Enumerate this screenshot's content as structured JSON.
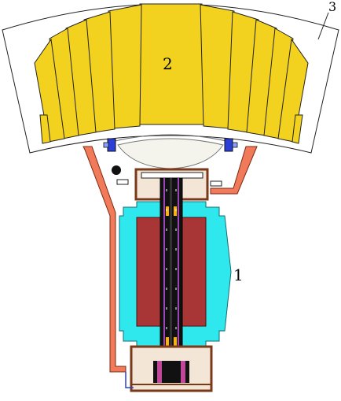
{
  "labels": {
    "one": "1",
    "two": "2",
    "three": "3"
  },
  "colors": {
    "background": "#ffffff",
    "yoke_cyan": "#2fe8ee",
    "coil_red": "#a83636",
    "calorimeter_yellow": "#f2d21e",
    "lead_orange": "#f07a5a",
    "frame_brown": "#7a3a1a",
    "fitting_blue": "#2b3fd6",
    "tube_black": "#111111"
  },
  "icons": {
    "connector_dot": "black-dot"
  }
}
